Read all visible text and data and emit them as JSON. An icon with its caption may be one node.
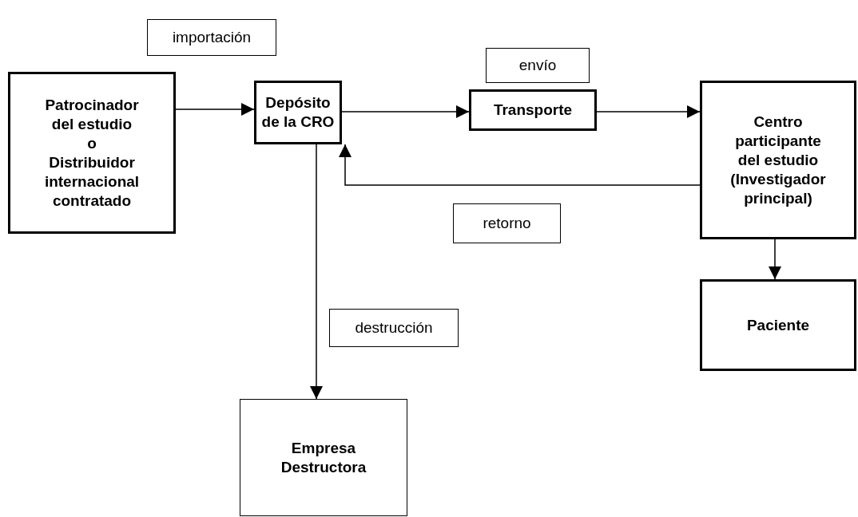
{
  "diagram": {
    "nodes": [
      {
        "text": [
          "importación"
        ]
      },
      {
        "text": [
          "envío"
        ]
      },
      {
        "text": [
          "Patrocinador del estudio",
          "o",
          "Distribuidor internacional contratado"
        ]
      },
      {
        "text": [
          "Depósito de la CRO"
        ]
      },
      {
        "text": [
          "Transporte"
        ]
      },
      {
        "text": [
          "Centro participante del estudio (Investigador principal)"
        ]
      },
      {
        "text": [
          "retorno"
        ]
      },
      {
        "text": [
          "destrucción"
        ]
      },
      {
        "text": [
          "Paciente"
        ]
      },
      {
        "text": [
          "Empresa Destructora"
        ]
      }
    ],
    "edges": [
      {
        "from": 2,
        "to": 3,
        "arrow": "to"
      },
      {
        "from": 3,
        "to": 4,
        "arrow": "to"
      },
      {
        "from": 4,
        "to": 5,
        "arrow": "to"
      },
      {
        "from": 5,
        "to": 3,
        "arrow": "to"
      },
      {
        "from": 3,
        "to": 9,
        "arrow": "to"
      },
      {
        "from": 5,
        "to": 8,
        "arrow": "to"
      }
    ]
  }
}
